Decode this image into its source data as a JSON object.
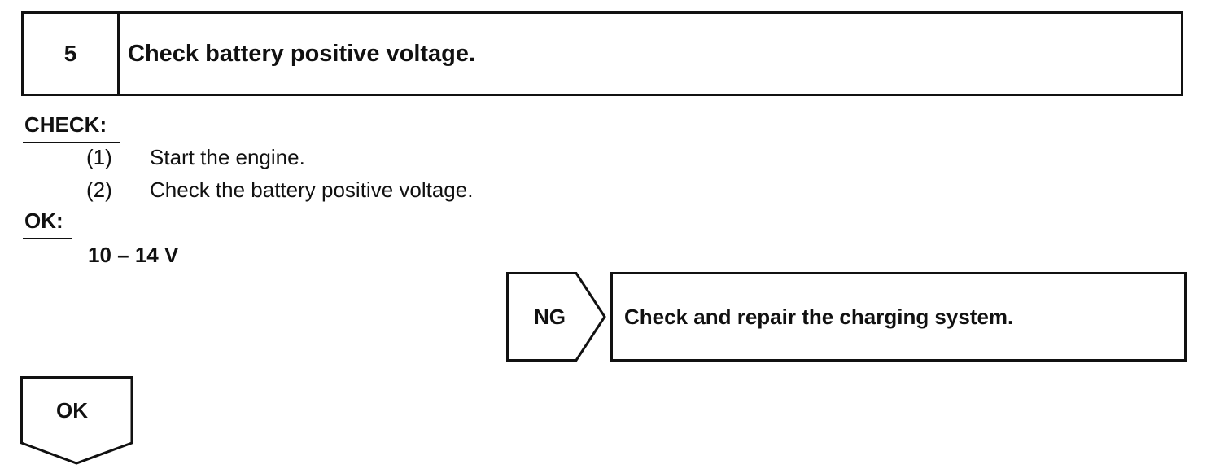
{
  "step": {
    "number": "5",
    "title": "Check battery positive voltage."
  },
  "check": {
    "label": "CHECK:",
    "items": [
      {
        "num": "(1)",
        "text": "Start the engine."
      },
      {
        "num": "(2)",
        "text": "Check the battery positive voltage."
      }
    ]
  },
  "ok": {
    "label": "OK:",
    "spec": "10 – 14 V"
  },
  "ng_branch": {
    "label": "NG",
    "action": "Check and repair the charging system."
  },
  "ok_branch": {
    "label": "OK"
  }
}
